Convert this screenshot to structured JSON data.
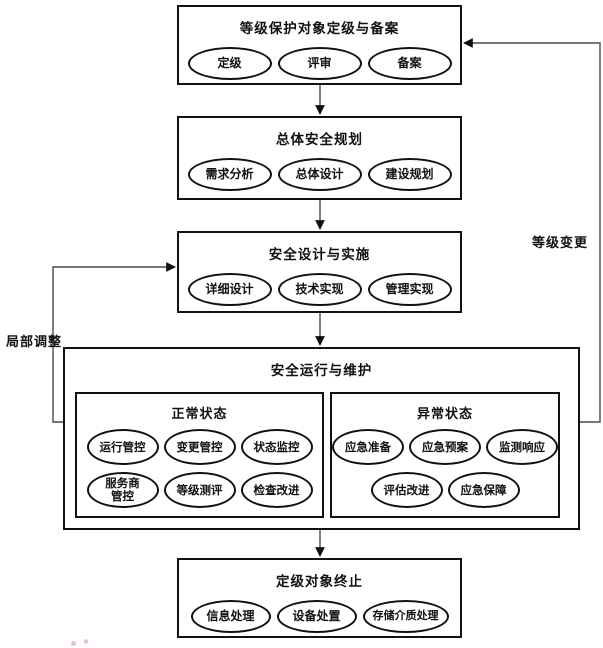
{
  "stages": [
    {
      "title": "等级保护对象定级与备案",
      "items": [
        "定级",
        "评审",
        "备案"
      ]
    },
    {
      "title": "总体安全规划",
      "items": [
        "需求分析",
        "总体设计",
        "建设规划"
      ]
    },
    {
      "title": "安全设计与实施",
      "items": [
        "详细设计",
        "技术实现",
        "管理实现"
      ]
    },
    {
      "title": "安全运行与维护",
      "groups": [
        {
          "title": "正常状态",
          "rows": [
            [
              "运行管控",
              "变更管控",
              "状态监控"
            ],
            [
              "服务商管控",
              "等级测评",
              "检查改进"
            ]
          ]
        },
        {
          "title": "异常状态",
          "rows": [
            [
              "应急准备",
              "应急预案",
              "监测响应"
            ],
            [
              "评估改进",
              "应急保障"
            ]
          ]
        }
      ]
    },
    {
      "title": "定级对象终止",
      "items": [
        "信息处理",
        "设备处置",
        "存储介质处理"
      ]
    }
  ],
  "edge_labels": {
    "grade_change": "等级变更",
    "partial_adjustment": "局部调整"
  },
  "colors": {
    "box_border": "#111111",
    "connector": "#4a4a4a",
    "background": "#ffffff",
    "watermark": "#f2a8a8"
  }
}
